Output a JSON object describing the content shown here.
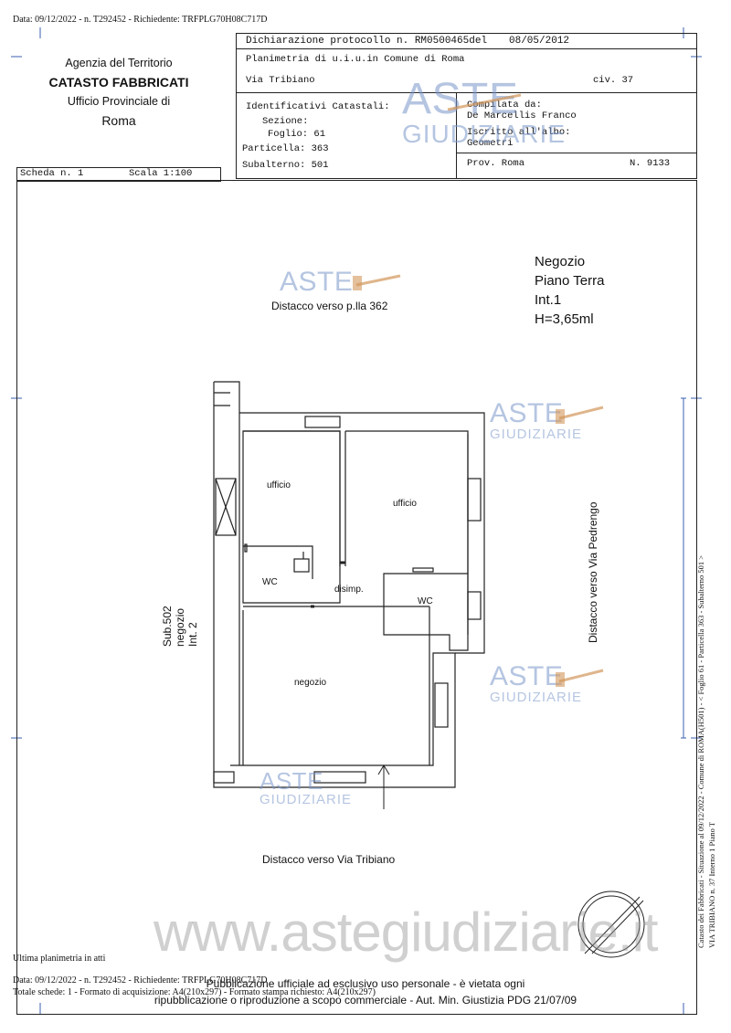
{
  "header": {
    "top_note": "Data: 09/12/2022 - n. T292452 - Richiedente: TRFPLG70H08C717D"
  },
  "agency": {
    "line1": "Agenzia del Territorio",
    "line2": "CATASTO FABBRICATI",
    "line3": "Ufficio Provinciale di",
    "line4": "Roma"
  },
  "declaration": {
    "title": "Dichiarazione protocollo n. RM0500465del",
    "date": "08/05/2012",
    "planimetria": "Planimetria di u.i.u.in Comune di Roma",
    "street": "Via Tribiano",
    "civ": "civ. 37",
    "identificativi": "Identificativi Catastali:",
    "sezione": "Sezione:",
    "foglio": "Foglio: 61",
    "particella": "Particella: 363",
    "subalterno": "Subalterno: 501",
    "compilata_da": "Compilata da:",
    "compilata_name": "De Marcellis Franco",
    "iscritto": "Iscritto all'albo:",
    "iscritto_value": "Geometri",
    "prov": "Prov. Roma",
    "numero": "N.  9133"
  },
  "scheda": {
    "scheda": "Scheda n. 1",
    "scala": "Scala 1:100"
  },
  "plan": {
    "title_line1": "Negozio",
    "title_line2": "Piano Terra",
    "title_line3": "Int.1",
    "title_line4": "H=3,65ml",
    "distacco_top": "Distacco verso p.lla 362",
    "distacco_right": "Distacco verso Via Pedrengo",
    "distacco_bottom": "Distacco verso Via Tribiano",
    "sub_line1": "Sub.502",
    "sub_line2": "negozio",
    "sub_line3": "Int. 2",
    "rooms": {
      "ufficio_left": "ufficio",
      "ufficio_right": "ufficio",
      "wc_left": "WC",
      "disimp": "disimp.",
      "wc_right": "WC",
      "negozio": "negozio"
    }
  },
  "watermarks": {
    "aste": "ASTE",
    "giudiziarie": "GIUDIZIARIE",
    "site": "www.astegiudiziarie.it"
  },
  "side": {
    "line1": "Catasto dei Fabbricati - Situazione al 09/12/2022 - Comune di ROMA(H501) - < Foglio 61 - Particella 363 - Subalterno 501 >",
    "line2": "VIA TRIBIANO n. 37  Interno 1 Piano T"
  },
  "footer": {
    "ultima": "Ultima planimetria in atti",
    "data": "Data: 09/12/2022 - n. T292452 - Richiedente: TRFPLG70H08C717D",
    "totale": "Totale schede: 1 - Formato di acquisizione: A4(210x297)  - Formato stampa richiesto: A4(210x297)",
    "notice1": "Pubblicazione ufficiale ad esclusivo uso personale - è vietata ogni",
    "notice2": "ripubblicazione o riproduzione a scopo commerciale - Aut. Min. Giustizia PDG 21/07/09"
  }
}
